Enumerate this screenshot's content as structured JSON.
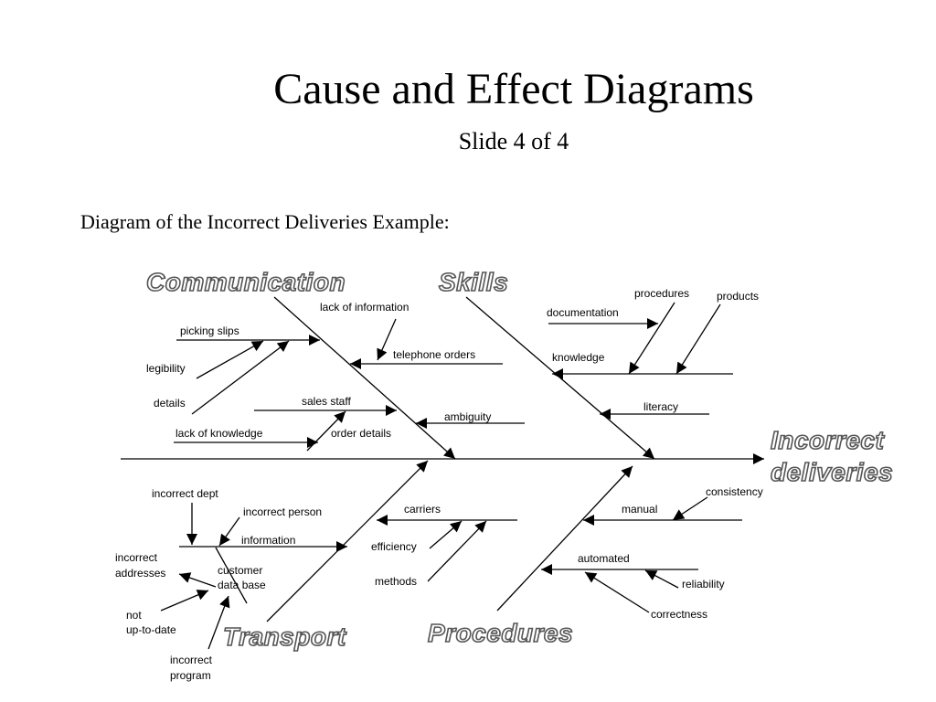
{
  "slide": {
    "title": "Cause and Effect Diagrams",
    "subtitle": "Slide 4 of 4",
    "intro": "Diagram of the Incorrect Deliveries Example:"
  },
  "diagram": {
    "effect_line1": "Incorrect",
    "effect_line2": "deliveries",
    "categories": {
      "communication": "Communication",
      "skills": "Skills",
      "transport": "Transport",
      "procedures": "Procedures"
    },
    "causes": {
      "picking_slips": "picking slips",
      "legibility": "legibility",
      "details": "details",
      "lack_of_information": "lack of information",
      "telephone_orders": "telephone orders",
      "sales_staff": "sales staff",
      "ambiguity": "ambiguity",
      "lack_of_knowledge": "lack of knowledge",
      "order_details": "order details",
      "procedures": "procedures",
      "products": "products",
      "documentation": "documentation",
      "knowledge": "knowledge",
      "literacy": "literacy",
      "incorrect_dept": "incorrect dept",
      "incorrect_person": "incorrect person",
      "information": "information",
      "incorrect_addresses_1": "incorrect",
      "incorrect_addresses_2": "addresses",
      "customer_data_base_1": "customer",
      "customer_data_base_2": "data base",
      "not_up_to_date_1": "not",
      "not_up_to_date_2": "up-to-date",
      "incorrect_program_1": "incorrect",
      "incorrect_program_2": "program",
      "carriers": "carriers",
      "efficiency": "efficiency",
      "methods": "methods",
      "manual": "manual",
      "consistency": "consistency",
      "automated": "automated",
      "reliability": "reliability",
      "correctness": "correctness"
    }
  }
}
